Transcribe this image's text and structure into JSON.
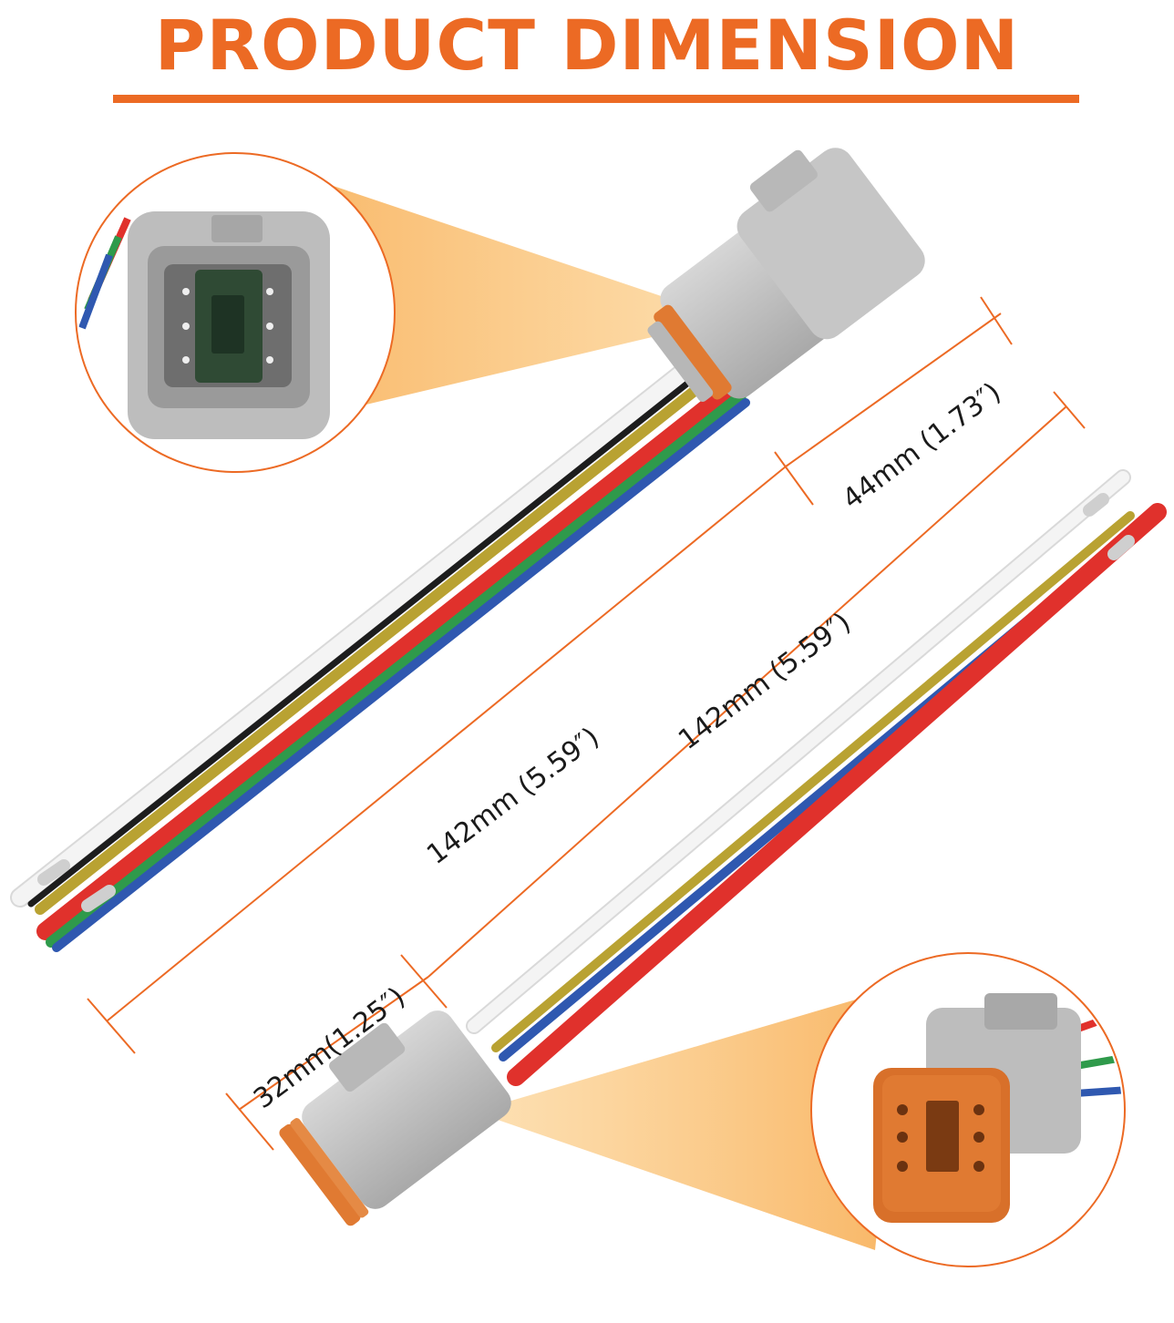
{
  "title": "PRODUCT DIMENSION",
  "colors": {
    "accent": "#ec6a24",
    "housing_gray": "#c4c4c4",
    "seal_orange": "#e07a32",
    "wire_white": "#f4f4f4",
    "wire_black": "#1d1d1d",
    "wire_yellow": "#b9a232",
    "wire_red": "#e0312c",
    "wire_green": "#2f9a4b",
    "wire_blue": "#2f58b0"
  },
  "dimensions": {
    "connector_top_length": "44mm (1.73″)",
    "wire_top_length": "142mm (5.59″)",
    "wire_bottom_length": "142mm (5.59″)",
    "connector_bottom_length": "32mm(1.25″)"
  },
  "icons": {
    "male": "male-connector-icon",
    "female": "female-connector-icon"
  }
}
